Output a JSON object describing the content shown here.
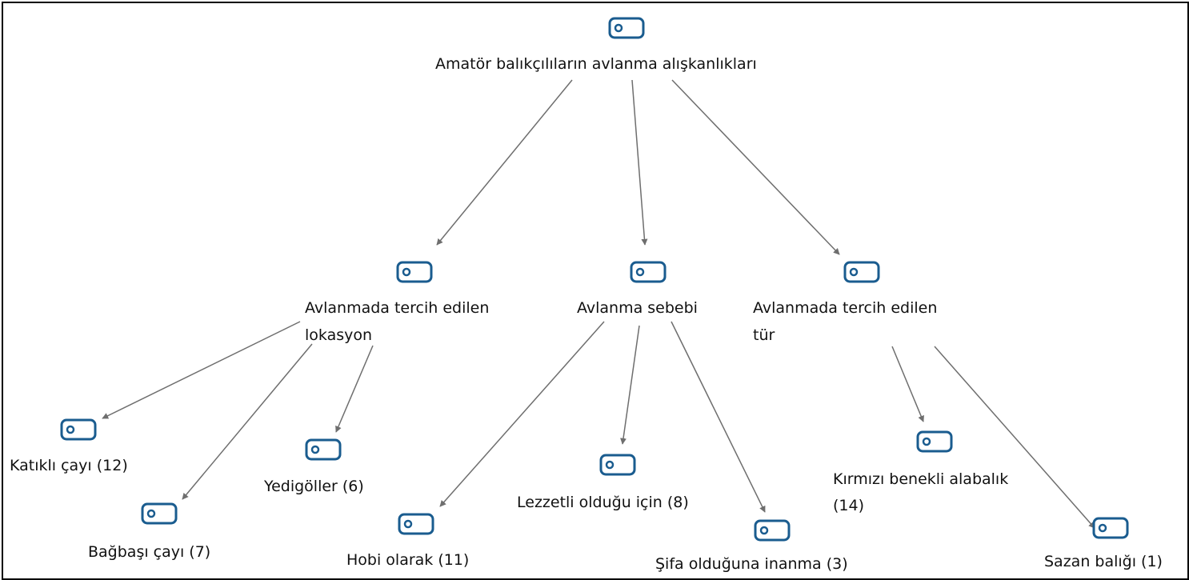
{
  "colors": {
    "icon": "#1a5c8f",
    "edge": "#6e6e6e",
    "text": "#111111"
  },
  "nodes": {
    "root": {
      "icon": "code-tag-icon",
      "label": "Amatör balıkçılıların avlanma alışkanlıkları"
    },
    "location": {
      "icon": "code-tag-icon",
      "label_line1": "Avlanmada tercih edilen",
      "label_line2": "lokasyon"
    },
    "reason": {
      "icon": "code-tag-icon",
      "label": "Avlanma sebebi"
    },
    "species": {
      "icon": "code-tag-icon",
      "label_line1": "Avlanmada tercih edilen",
      "label_line2": "tür"
    },
    "katikli": {
      "icon": "code-tag-icon",
      "label": "Katıklı çayı (12)"
    },
    "bagbasi": {
      "icon": "code-tag-icon",
      "label": "Bağbaşı çayı (7)"
    },
    "yedigoller": {
      "icon": "code-tag-icon",
      "label": "Yedigöller (6)"
    },
    "hobi": {
      "icon": "code-tag-icon",
      "label": "Hobi olarak (11)"
    },
    "lezzetli": {
      "icon": "code-tag-icon",
      "label": "Lezzetli olduğu için (8)"
    },
    "sifa": {
      "icon": "code-tag-icon",
      "label": "Şifa olduğuna inanma (3)"
    },
    "kirmizi": {
      "icon": "code-tag-icon",
      "label_line1": "Kırmızı benekli alabalık",
      "label_line2": "(14)"
    },
    "sazan": {
      "icon": "code-tag-icon",
      "label": "Sazan balığı (1)"
    }
  },
  "edges": [
    {
      "from": "root",
      "to": "location"
    },
    {
      "from": "root",
      "to": "reason"
    },
    {
      "from": "root",
      "to": "species"
    },
    {
      "from": "location",
      "to": "katikli"
    },
    {
      "from": "location",
      "to": "bagbasi"
    },
    {
      "from": "location",
      "to": "yedigoller"
    },
    {
      "from": "reason",
      "to": "hobi"
    },
    {
      "from": "reason",
      "to": "lezzetli"
    },
    {
      "from": "reason",
      "to": "sifa"
    },
    {
      "from": "species",
      "to": "kirmizi"
    },
    {
      "from": "species",
      "to": "sazan"
    }
  ]
}
